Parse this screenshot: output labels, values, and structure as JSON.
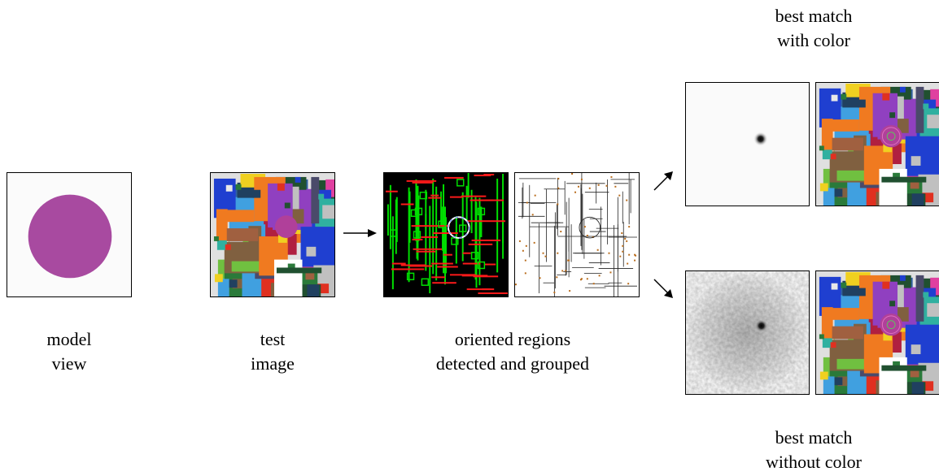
{
  "captions": {
    "model_line1": "model",
    "model_line2": "view",
    "test_line1": "test",
    "test_line2": "image",
    "regions_line1": "oriented regions",
    "regions_line2": "detected and grouped",
    "color_line1": "best match",
    "color_line2": "with color",
    "nocolor_line1": "best match",
    "nocolor_line2": "without color"
  },
  "colors": {
    "model_disk": "#a84aa0",
    "region_green": "#00e000",
    "region_red": "#ff1a1a",
    "group_orange": "#b86b1a"
  },
  "mosaic_palette": [
    "#1f3fd0",
    "#e03020",
    "#2a7a3a",
    "#f0d020",
    "#f07a20",
    "#9040c0",
    "#40a0e0",
    "#e040a0",
    "#4a4a6a",
    "#30b0a0",
    "#806040",
    "#c0c0c0",
    "#ffffff",
    "#204060",
    "#b02040",
    "#70c040",
    "#e8e8e8",
    "#3060a0",
    "#a06040",
    "#205030"
  ]
}
